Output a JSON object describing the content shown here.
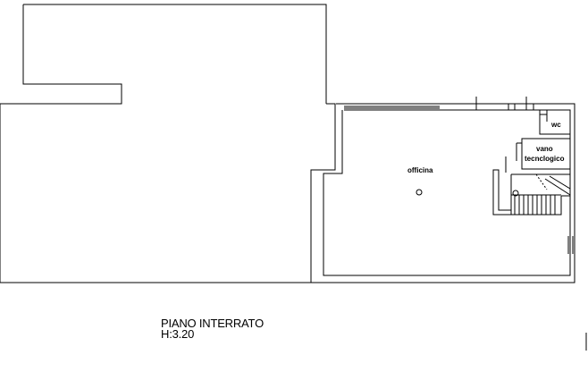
{
  "rooms": {
    "officina": "officina",
    "wc": "wc",
    "vano_line1": "vano",
    "vano_line2": "tecnclogico"
  },
  "caption": {
    "line1": "PIANO INTERRATO",
    "line2": "H:3.20"
  }
}
